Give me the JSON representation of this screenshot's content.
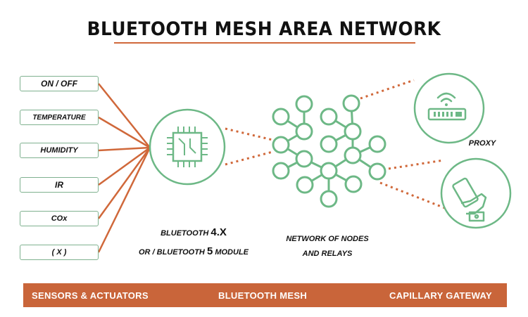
{
  "title": "BLUETOOTH MESH AREA NETWORK",
  "sensors": [
    "ON / OFF",
    "TEMPERATURE",
    "HUMIDITY",
    "IR",
    "COx",
    "( X )"
  ],
  "module_label": {
    "line1_text": "BLUETOOTH ",
    "line1_version": "4.X",
    "line2_text": "OR / BLUETOOTH ",
    "line2_version": "5",
    "line2_suffix": " MODULE"
  },
  "network_label": {
    "line1": "NETWORK OF NODES",
    "line2": "AND RELAYS"
  },
  "proxy_label": "PROXY",
  "footer": {
    "left": "SENSORS & ACTUATORS",
    "center": "BLUETOOTH MESH",
    "right": "CAPILLARY GATEWAY"
  },
  "colors": {
    "accent": "#c9653a",
    "green": "#6db886",
    "line": "#d0683a"
  },
  "icons": [
    "chip-icon",
    "mesh-network-icon",
    "wifi-router-icon",
    "hand-phone-icon"
  ]
}
